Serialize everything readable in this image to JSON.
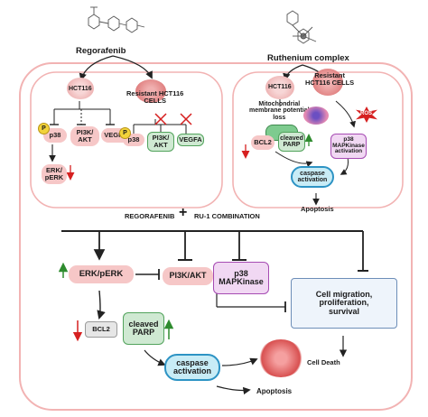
{
  "top": {
    "regorafenib": "Regorafenib",
    "ruthenium": "Ruthenium complex"
  },
  "left_panel": {
    "hct116": "HCT116",
    "p_badge": "P",
    "p38": "p38",
    "pi3k_akt": "PI3K/\nAKT",
    "vegfa": "VEGFA",
    "erk": "ERK/\npERK"
  },
  "resistant_panel": {
    "title": "Resistant HCT116\nCELLS",
    "p_badge": "P",
    "p38": "p38",
    "pi3k_akt": "PI3K/\nAKT",
    "vegfa": "VEGFA"
  },
  "right_panel": {
    "hct116": "HCT116",
    "resistant": "Resistant\nHCT116 CELLS",
    "mito": "Mitochondrial\nmembrane potential\nloss",
    "ros": "ROS",
    "bcl2": "BCL2",
    "cleaved_parp": "cleaved\nPARP",
    "p38_mapk": "p38\nMAPKinase\nactivation",
    "caspase": "caspase\nactivation",
    "apoptosis": "Apoptosis"
  },
  "combination": {
    "left": "REGORAFENIB",
    "plus": "+",
    "right": "RU-1 COMBINATION"
  },
  "bottom": {
    "erk": "ERK/pERK",
    "pi3k": "PI3K/AKT",
    "p38": "p38\nMAPKinase",
    "cell_migration": "Cell migration,\nproliferation,\nsurvival",
    "bcl2": "BCL2",
    "cleaved_parp": "cleaved\nPARP",
    "caspase": "caspase\nactivation",
    "cell_death": "Cell Death",
    "apoptosis": "Apoptosis"
  },
  "colors": {
    "frame": "#f2b3b3",
    "up_arrow": "#2e8b2e",
    "down_arrow": "#d62020",
    "inhibit": "#222222"
  }
}
